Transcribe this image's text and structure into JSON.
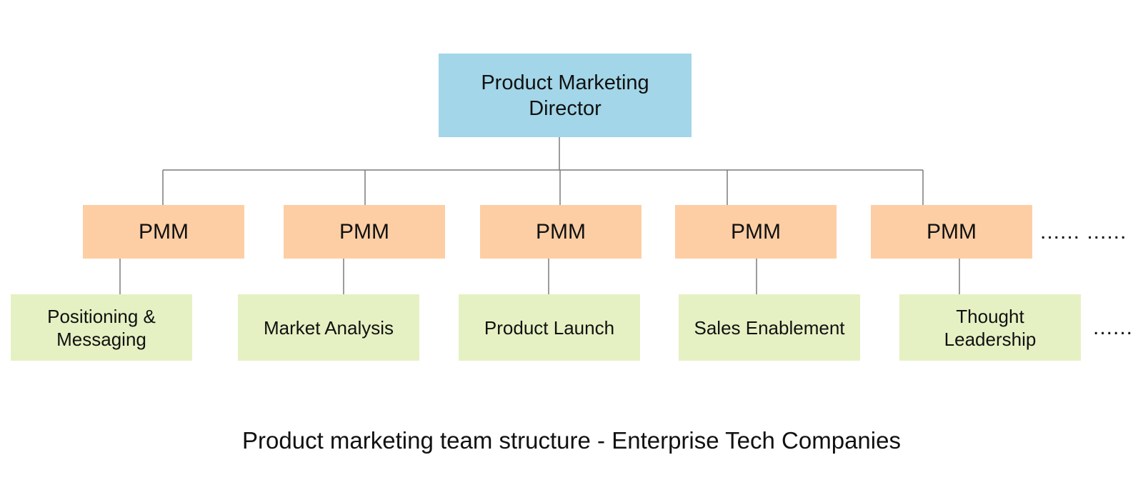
{
  "diagram": {
    "root": {
      "label": "Product Marketing Director",
      "color": "#a2d6e8"
    },
    "managers": [
      {
        "label": "PMM",
        "function": "Positioning & Messaging"
      },
      {
        "label": "PMM",
        "function": "Market Analysis"
      },
      {
        "label": "PMM",
        "function": "Product Launch"
      },
      {
        "label": "PMM",
        "function": "Sales Enablement"
      },
      {
        "label": "PMM",
        "function": "Thought Leadership"
      }
    ],
    "manager_color": "#fdcea4",
    "function_color": "#e5f1c3",
    "manager_continuation": "...... ......",
    "function_continuation": "......",
    "connector_color": "#7a7a7a"
  },
  "caption": "Product marketing team structure - Enterprise Tech Companies"
}
